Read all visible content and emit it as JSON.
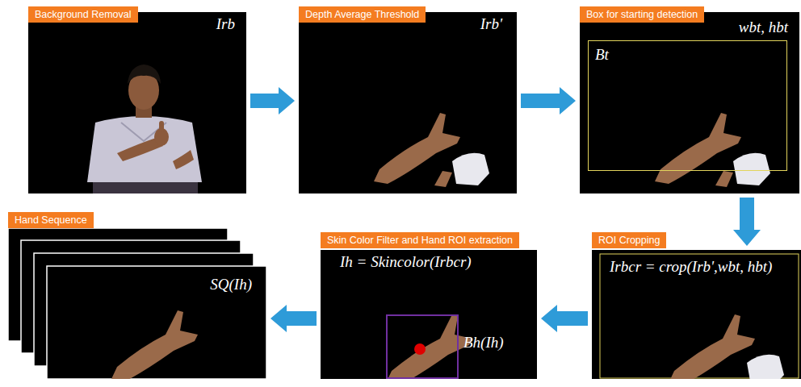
{
  "diagram": {
    "nodes": [
      {
        "text": [
          "Background Removal",
          "Irb"
        ]
      },
      {
        "text": [
          "Depth Average Threshold",
          "Irb'"
        ]
      },
      {
        "text": [
          "Box for starting detection",
          "wbt, hbt"
        ]
      },
      {
        "text": [
          "Bt"
        ],
        "in": 2
      },
      {
        "text": [
          "ROI Cropping",
          "Irbcr = crop(Irb',wbt, hbt)"
        ]
      },
      {
        "text": [
          "Skin Color Filter and Hand ROI extraction",
          "Ih = Skincolor(Irbcr)"
        ]
      },
      {
        "text": [
          "Bh(Ih)"
        ],
        "in": 5
      },
      {
        "text": [
          "Hand Sequence",
          "SQ(Ih)"
        ]
      }
    ],
    "edges": [
      {
        "from": 0,
        "to": 1,
        "arrow": "to"
      },
      {
        "from": 1,
        "to": 2,
        "arrow": "to"
      },
      {
        "from": 2,
        "to": 4,
        "arrow": "to"
      },
      {
        "from": 4,
        "to": 5,
        "arrow": "to"
      },
      {
        "from": 5,
        "to": 7,
        "arrow": "to"
      }
    ]
  }
}
